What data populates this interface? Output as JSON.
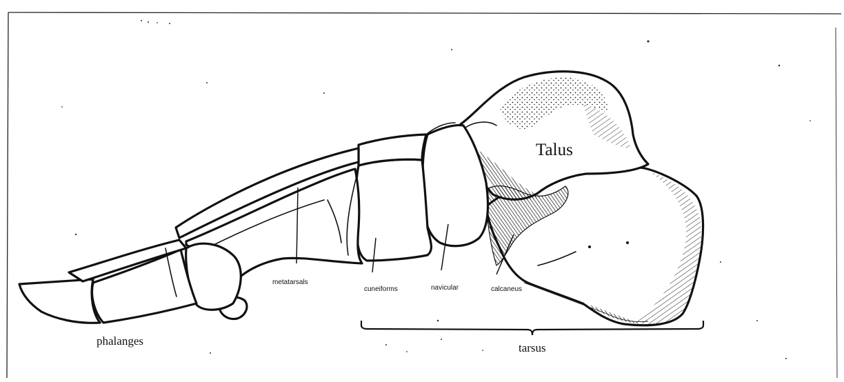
{
  "labels": {
    "talus": "Talus",
    "metatarsals": "metatarsals",
    "cuneiforms": "cuneiforms",
    "navicular": "navicular",
    "calcaneus": "calcaneus",
    "phalanges": "phalanges",
    "tarsus": "tarsus"
  },
  "colors": {
    "ink": "#111111",
    "paper": "#ffffff"
  }
}
